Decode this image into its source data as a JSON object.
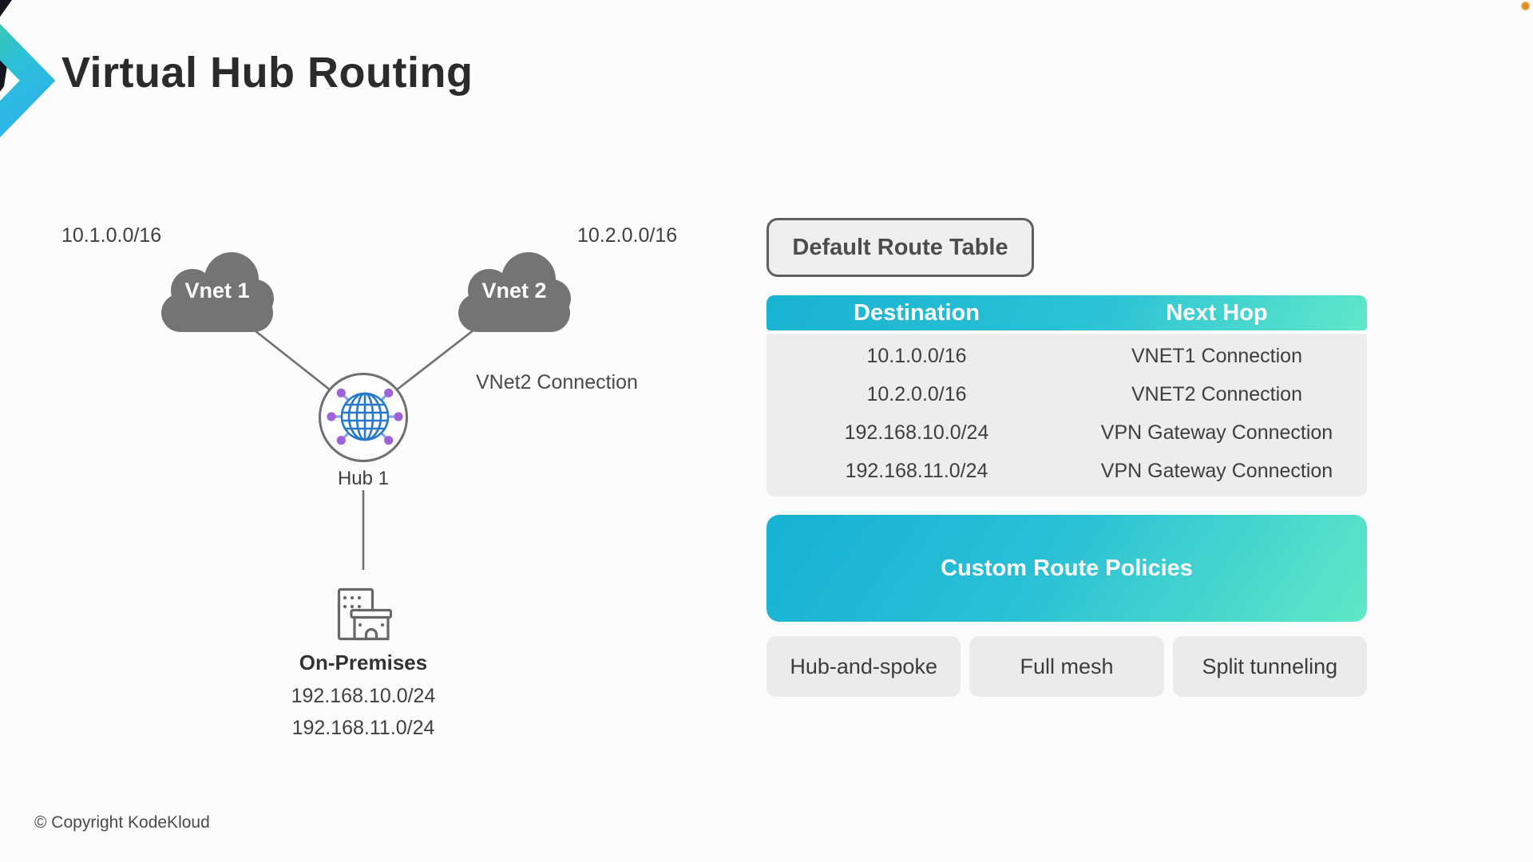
{
  "header": {
    "title": "Virtual Hub Routing"
  },
  "diagram": {
    "vnet1": {
      "name": "Vnet 1",
      "cidr": "10.1.0.0/16"
    },
    "vnet2": {
      "name": "Vnet 2",
      "cidr": "10.2.0.0/16"
    },
    "vnet2_connection_label": "VNet2 Connection",
    "hub": {
      "name": "Hub 1"
    },
    "on_premises": {
      "name": "On-Premises",
      "cidrs": [
        "192.168.10.0/24",
        "192.168.11.0/24"
      ]
    }
  },
  "route_table": {
    "title": "Default Route Table",
    "columns": [
      "Destination",
      "Next Hop"
    ],
    "rows": [
      [
        "10.1.0.0/16",
        "VNET1 Connection"
      ],
      [
        "10.2.0.0/16",
        "VNET2 Connection"
      ],
      [
        "192.168.10.0/24",
        "VPN Gateway Connection"
      ],
      [
        "192.168.11.0/24",
        "VPN Gateway Connection"
      ]
    ]
  },
  "custom_policies": {
    "title": "Custom Route Policies",
    "options": [
      "Hub-and-spoke",
      "Full mesh",
      "Split tunneling"
    ]
  },
  "footer": {
    "copyright": "© Copyright KodeKloud"
  },
  "colors": {
    "accent_gradient_start": "#17b1d3",
    "accent_gradient_end": "#5fe8c6",
    "logo_gradient_top": "#40caa5",
    "logo_gradient_bottom": "#2eb3ea",
    "cloud_gray": "#747474",
    "panel_gray": "#ededed",
    "line_gray": "#6f6f6f",
    "globe_blue": "#2678c8",
    "node_purple": "#9e63d8",
    "corner_dot_orange": "#f0ad4e"
  }
}
